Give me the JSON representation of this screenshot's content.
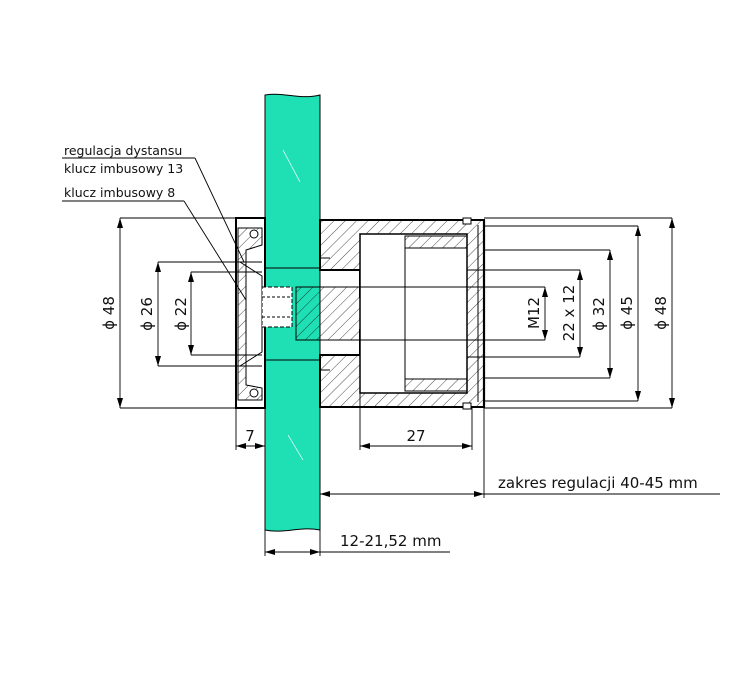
{
  "colors": {
    "glass": "#1fe0b4",
    "line": "#000000",
    "background": "#ffffff"
  },
  "callouts": {
    "distance_adjust": "regulacja dystansu",
    "hex_key_13": "klucz imbusowy 13",
    "hex_key_8": "klucz imbusowy 8"
  },
  "dimensions": {
    "left_d48": "ϕ 48",
    "d26": "ϕ 26",
    "d22": "ϕ 22",
    "m12": "M12",
    "thread_22x12": "22 x 12",
    "d32": "ϕ 32",
    "d45": "ϕ 45",
    "right_d48": "ϕ 48",
    "width_7": "7",
    "width_27": "27",
    "adjust_range": "zakres regulacji 40-45 mm",
    "glass_range": "12-21,52 mm"
  }
}
